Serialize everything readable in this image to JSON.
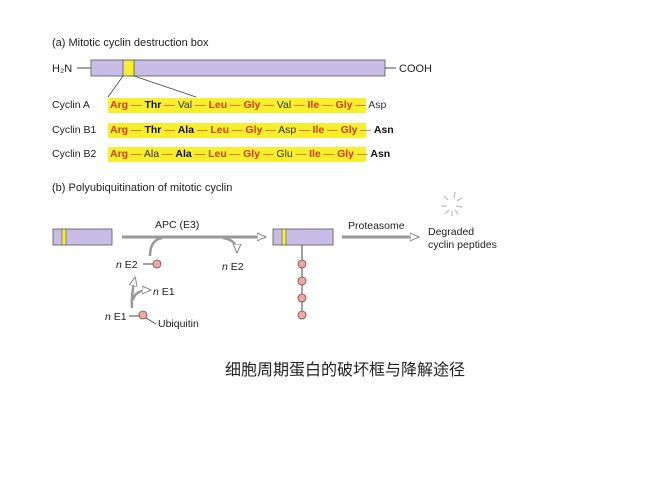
{
  "part_a": {
    "title": "(a)  Mitotic cyclin destruction box",
    "n_terminus": "H₂N",
    "c_terminus": "COOH",
    "rows": [
      {
        "label": "Cyclin A",
        "residues": [
          {
            "t": "Arg",
            "s": "red"
          },
          {
            "t": "Thr",
            "s": "bold"
          },
          {
            "t": "Val",
            "s": "plain"
          },
          {
            "t": "Leu",
            "s": "red"
          },
          {
            "t": "Gly",
            "s": "red"
          },
          {
            "t": "Val",
            "s": "plain"
          },
          {
            "t": "Ile",
            "s": "red"
          },
          {
            "t": "Gly",
            "s": "red"
          },
          {
            "t": "Asp",
            "s": "plain"
          }
        ]
      },
      {
        "label": "Cyclin B1",
        "residues": [
          {
            "t": "Arg",
            "s": "red"
          },
          {
            "t": "Thr",
            "s": "bold"
          },
          {
            "t": "Ala",
            "s": "bold"
          },
          {
            "t": "Leu",
            "s": "red"
          },
          {
            "t": "Gly",
            "s": "red"
          },
          {
            "t": "Asp",
            "s": "plain"
          },
          {
            "t": "Ile",
            "s": "red"
          },
          {
            "t": "Gly",
            "s": "red"
          },
          {
            "t": "Asn",
            "s": "bold"
          }
        ]
      },
      {
        "label": "Cyclin B2",
        "residues": [
          {
            "t": "Arg",
            "s": "red"
          },
          {
            "t": "Ala",
            "s": "plain"
          },
          {
            "t": "Ala",
            "s": "bold"
          },
          {
            "t": "Leu",
            "s": "red"
          },
          {
            "t": "Gly",
            "s": "red"
          },
          {
            "t": "Glu",
            "s": "plain"
          },
          {
            "t": "Ile",
            "s": "red"
          },
          {
            "t": "Gly",
            "s": "red"
          },
          {
            "t": "Asn",
            "s": "bold"
          }
        ]
      }
    ]
  },
  "part_b": {
    "title": "(b)  Polyubiquitination of mitotic cyclin",
    "apc_label": "APC (E3)",
    "proteasome_label": "Proteasome",
    "degraded_line1": "Degraded",
    "degraded_line2": "cyclin peptides",
    "n_prefix": "n",
    "e2_label": "E2",
    "e1_label": "E1",
    "ubiquitin_label": "Ubiquitin"
  },
  "caption": "细胞周期蛋白的破坏框与降解途径",
  "colors": {
    "protein": "#c8bde6",
    "box": "#f7ee2c",
    "ubiquitin": "#eeaaa0",
    "red": "#d2401e"
  }
}
